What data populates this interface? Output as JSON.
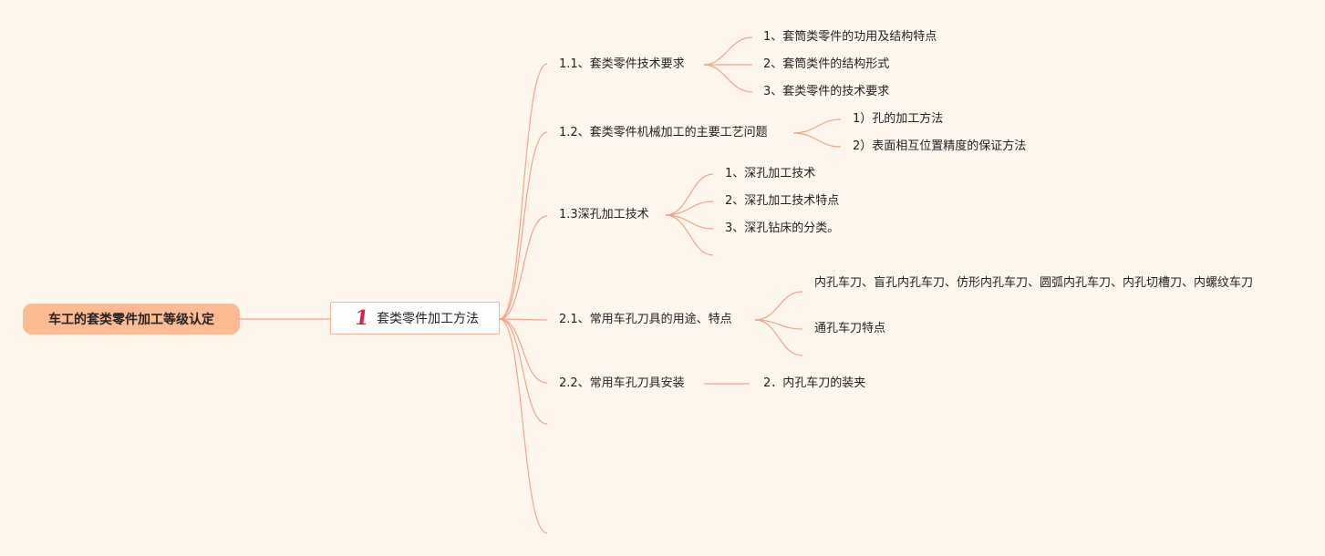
{
  "root": {
    "label": "车工的套类零件加工等级认定"
  },
  "main_topic": {
    "number": "1",
    "label": "套类零件加工方法"
  },
  "branches": [
    {
      "label": "1.1、套类零件技术要求",
      "children": [
        "1、套筒类零件的功用及结构特点",
        "2、套筒类件的结构形式",
        "3、套类零件的技术要求"
      ]
    },
    {
      "label": "1.2、套类零件机械加工的主要工艺问题",
      "children": [
        "1）孔的加工方法",
        "2）表面相互位置精度的保证方法"
      ]
    },
    {
      "label": "1.3深孔加工技术",
      "children": [
        "1、深孔加工技术",
        "2、深孔加工技术特点",
        "3、深孔钻床的分类。"
      ]
    },
    {
      "label": "2.1、常用车孔刀具的用途、特点",
      "children": [
        "内孔车刀、盲孔内孔车刀、仿形内孔车刀、圆弧内孔车刀、内孔切槽刀、内螺纹车刀",
        "通孔车刀特点"
      ]
    },
    {
      "label": "2.2、常用车孔刀具安装",
      "children": [
        "2．内孔车刀的装夹"
      ]
    }
  ],
  "colors": {
    "background": "#fff6ed",
    "root_fill": "#fdbb93",
    "connector": "#f2a58a",
    "main_border": "#f5b49a",
    "badge": "#e11d48"
  }
}
